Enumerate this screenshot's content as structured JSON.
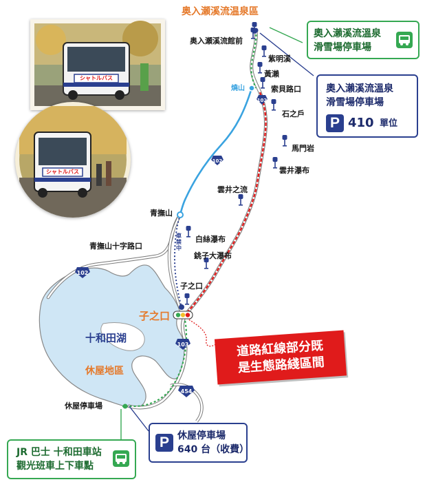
{
  "map": {
    "title_top": "奥入瀬溪流温泉區",
    "lake_name": "十和田湖",
    "nenokuchi_area": "子之口",
    "yasumiya_area": "休屋地區",
    "routes": {
      "route_102": "102",
      "route_103": "103",
      "route_454": "454"
    },
    "car_ban_note": "車禁中",
    "colors": {
      "water": "#cfe6f5",
      "lake_outline": "#888888",
      "road": "#ffffff",
      "road_outline": "#777777",
      "bus_line": "#3aa3e0",
      "eco_section": "#e01b1b",
      "pedestrian_route": "#2a3f8f",
      "green_route": "#35a852",
      "accent_blue": "#2a3f8f",
      "accent_green": "#35a852",
      "accent_orange": "#e5792a"
    }
  },
  "stops": [
    {
      "name": "奥入瀬溪流館前"
    },
    {
      "name": "紫明溪"
    },
    {
      "name": "黃瀨"
    },
    {
      "name": "燒山"
    },
    {
      "name": "索貝路口"
    },
    {
      "name": "石之戶"
    },
    {
      "name": "馬門岩"
    },
    {
      "name": "雲井瀑布"
    },
    {
      "name": "雲井之流"
    },
    {
      "name": "青撫山"
    },
    {
      "name": "白絲瀑布"
    },
    {
      "name": "青撫山十字路口"
    },
    {
      "name": "銚子大瀑布"
    },
    {
      "name": "子之口"
    },
    {
      "name": "休屋停車場"
    }
  ],
  "callouts": {
    "oirase_bus": {
      "line1": "奧入瀨溪流溫泉",
      "line2": "滑雪場停車場",
      "icon": "bus-icon"
    },
    "oirase_parking": {
      "line1": "奧入瀨溪流溫泉",
      "line2": "滑雪場停車場",
      "capacity": "410",
      "unit": "單位",
      "icon": "parking-icon",
      "icon_letter": "P"
    },
    "yasumiya_parking": {
      "line1": "休屋停車場",
      "line2": "640 台（收費）",
      "icon": "parking-icon",
      "icon_letter": "P"
    },
    "jr_bus": {
      "line1": "JR 巴士 十和田車站",
      "line2": "觀光班車上下車點",
      "icon": "bus-icon"
    }
  },
  "banner": {
    "line1": "道路紅線部分既",
    "line2": "是生態路綫區間"
  },
  "photos": {
    "top": {
      "bus_sign": "シャトルバス"
    },
    "circle": {
      "bus_sign": "シャトルバス"
    }
  }
}
